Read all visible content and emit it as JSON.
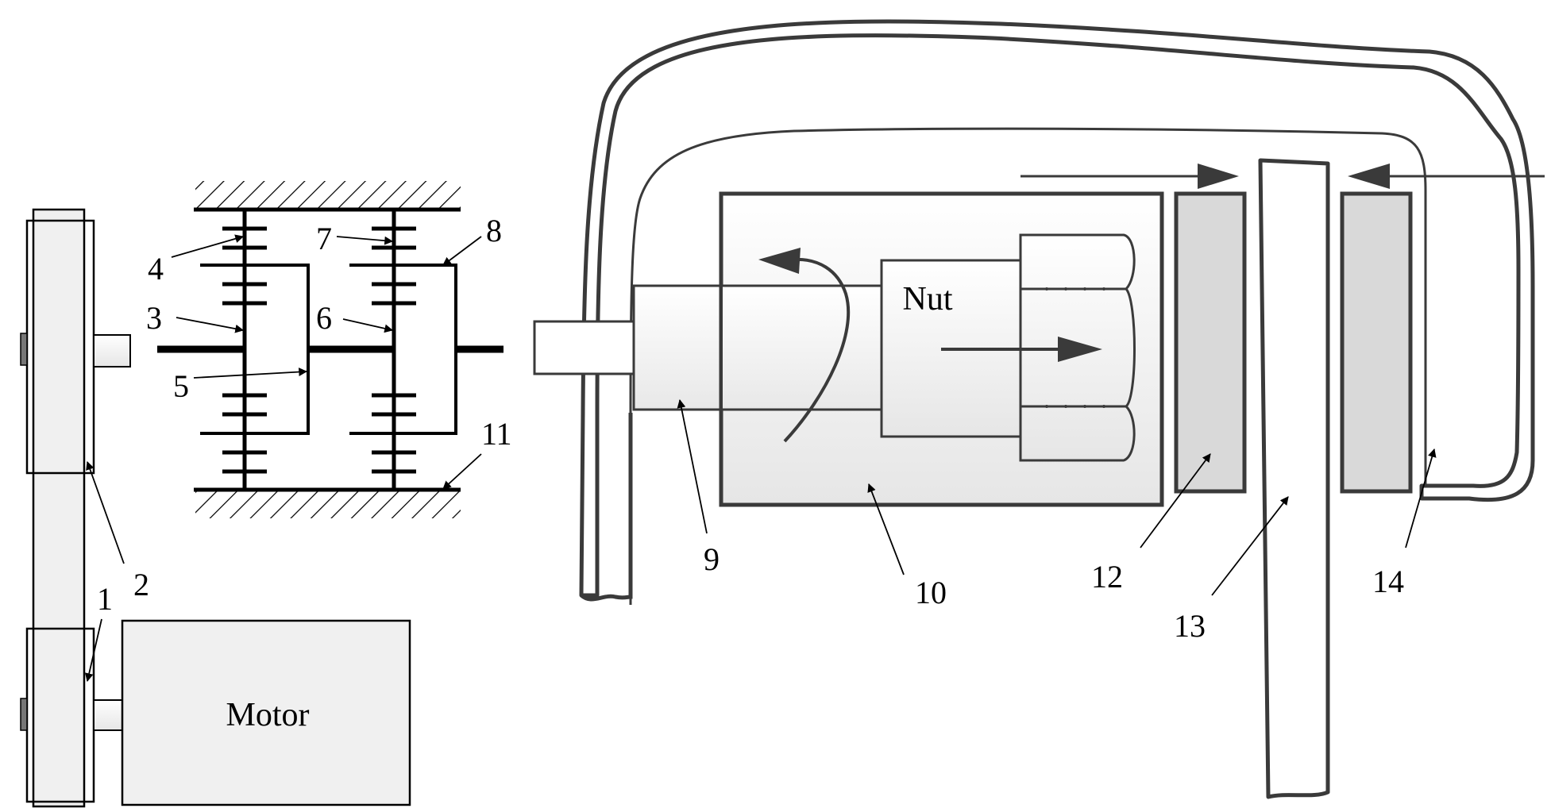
{
  "diagram": {
    "components": {
      "motor": "Motor",
      "nut": "Nut"
    },
    "callouts": {
      "n1": "1",
      "n2": "2",
      "n3": "3",
      "n4": "4",
      "n5": "5",
      "n6": "6",
      "n7": "7",
      "n8": "8",
      "n9": "9",
      "n10": "10",
      "n11": "11",
      "n12": "12",
      "n13": "13",
      "n14": "14"
    },
    "colors": {
      "stroke_dark": "#3a3a3a",
      "fill_light": "#f0f0f0",
      "fill_pad": "#d9d9d9",
      "fill_white": "#ffffff"
    }
  }
}
